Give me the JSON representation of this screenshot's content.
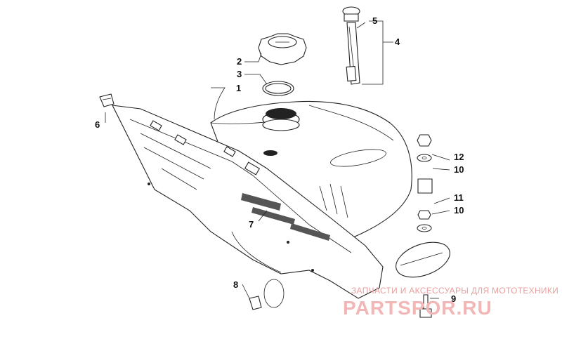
{
  "callouts": [
    {
      "id": "1",
      "label": "1"
    },
    {
      "id": "2",
      "label": "2"
    },
    {
      "id": "3",
      "label": "3"
    },
    {
      "id": "4",
      "label": "4"
    },
    {
      "id": "5",
      "label": "5"
    },
    {
      "id": "6",
      "label": "6"
    },
    {
      "id": "7",
      "label": "7"
    },
    {
      "id": "8",
      "label": "8"
    },
    {
      "id": "9",
      "label": "9"
    },
    {
      "id": "10a",
      "label": "10"
    },
    {
      "id": "10b",
      "label": "10"
    },
    {
      "id": "11",
      "label": "11"
    },
    {
      "id": "12",
      "label": "12"
    }
  ],
  "watermark": {
    "tagline": "ЗАПЧАСТИ И АКСЕССУАРЫ ДЛЯ МОТОТЕХНИКИ",
    "logo": "PARTSPOR.RU"
  },
  "colors": {
    "line": "#222222",
    "watermark": "#f2b6b6"
  }
}
